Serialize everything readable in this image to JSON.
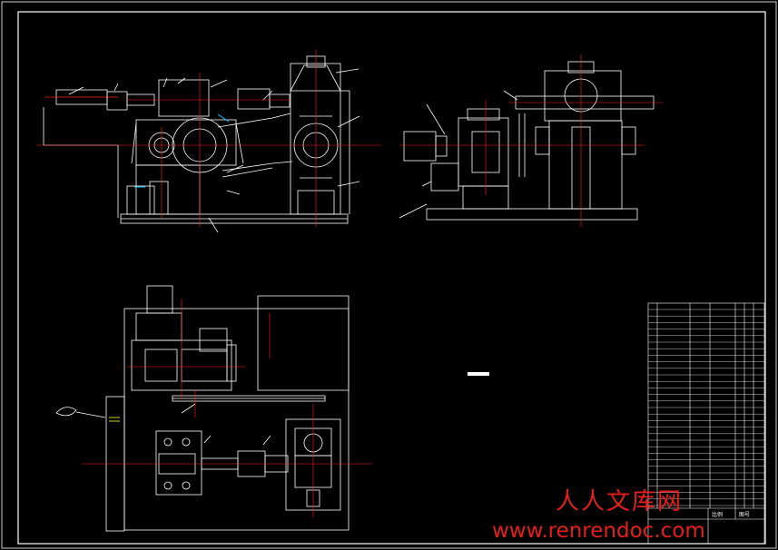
{
  "drawing": {
    "title_block": {
      "drawing_name": "",
      "scale_label": "比例",
      "drawing_code": "图号"
    },
    "annotation": "",
    "line_colors": {
      "outline": "#ffffff",
      "center": "#ff2020",
      "accent": "#00c0ff",
      "highlight": "#ffff40"
    }
  },
  "watermark": {
    "text_cn": "人人文库网",
    "url": "www.renrendoc.com",
    "color": "#e61e1e"
  }
}
